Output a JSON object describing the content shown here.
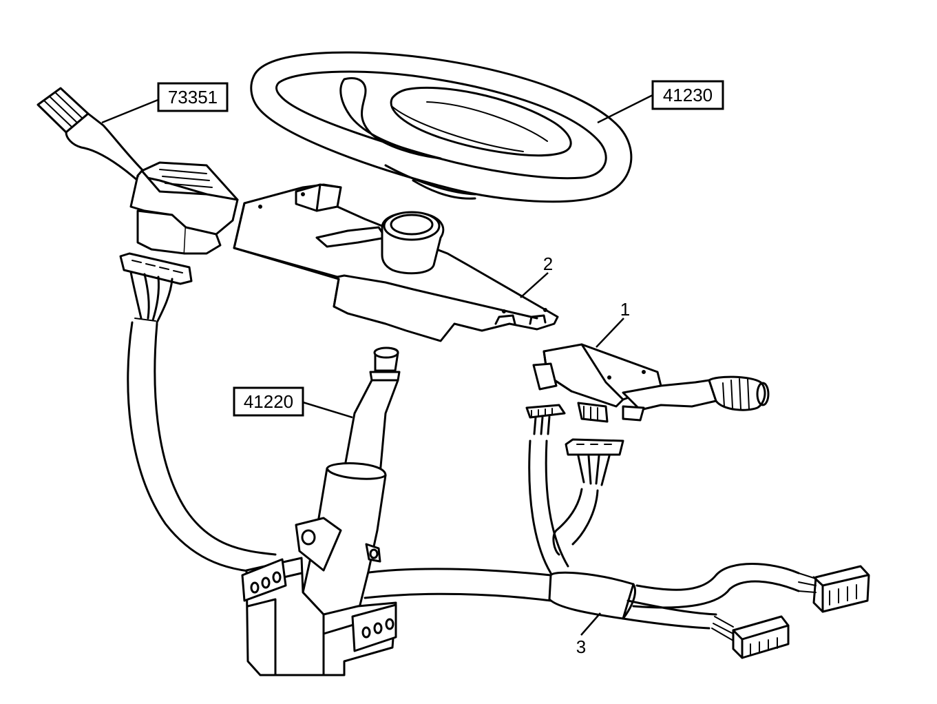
{
  "callouts": {
    "stalk_left_ref": "73351",
    "steering_wheel_ref": "41230",
    "steering_column_ref": "41220",
    "item_1": "1",
    "item_2": "2",
    "item_3": "3"
  }
}
